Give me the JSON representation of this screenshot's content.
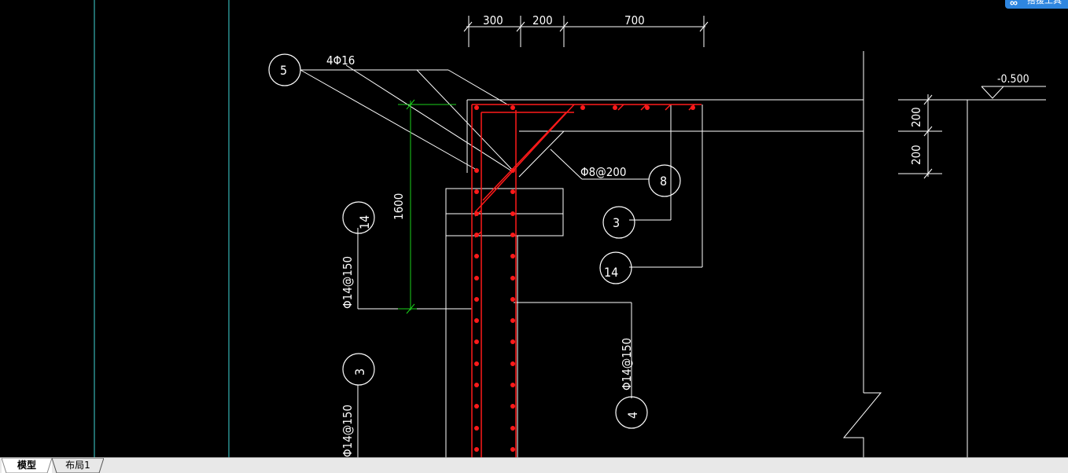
{
  "tabs": [
    {
      "label": "模型",
      "active": true
    },
    {
      "label": "布局1",
      "active": false
    }
  ],
  "badge": {
    "icon": "infinity-icon",
    "label": "搭援工具"
  },
  "drawing": {
    "dimensions": {
      "top": [
        "300",
        "200",
        "700"
      ],
      "vertical_right": [
        "200",
        "200"
      ],
      "vertical_left": "1600"
    },
    "elevation": "-0.500",
    "callouts": [
      "5",
      "8",
      "3",
      "14",
      "14",
      "3",
      "4"
    ],
    "rebar_labels": {
      "top_bars": "4Φ16",
      "stirrup": "Φ8@200",
      "left_upper": "Φ14@150",
      "left_lower": "Φ14@150",
      "right_lower": "Φ14@150"
    }
  },
  "colors": {
    "background": "#000000",
    "lines": "#ffffff",
    "rebar": "#ff1a1a",
    "dimension_green": "#1bd11b",
    "axis_cyan": "#3fd6d6"
  }
}
